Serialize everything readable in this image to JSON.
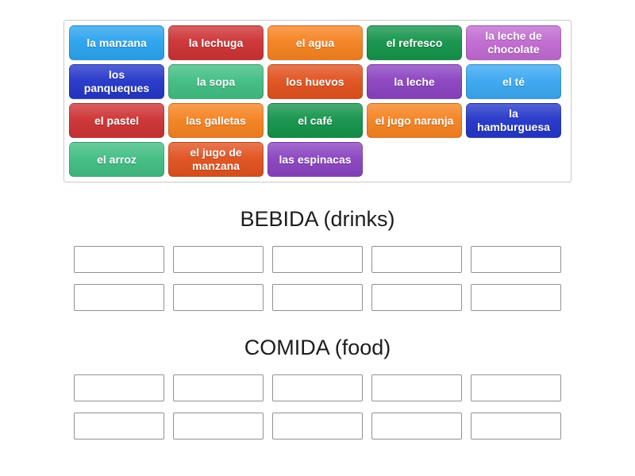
{
  "tray": {
    "tiles": [
      {
        "label": "la manzana",
        "color": "#2aa3ee"
      },
      {
        "label": "la lechuga",
        "color": "#cd3234"
      },
      {
        "label": "el agua",
        "color": "#f58220"
      },
      {
        "label": "el refresco",
        "color": "#14934a"
      },
      {
        "label": "la leche de chocolate",
        "color": "#c06ad0"
      },
      {
        "label": "los panqueques",
        "color": "#2436c8"
      },
      {
        "label": "la sopa",
        "color": "#41bd83"
      },
      {
        "label": "los huevos",
        "color": "#e1511e"
      },
      {
        "label": "la leche",
        "color": "#8a43c0"
      },
      {
        "label": "el té",
        "color": "#3aa7f0"
      },
      {
        "label": "el pastel",
        "color": "#cd3234"
      },
      {
        "label": "las galletas",
        "color": "#f58220"
      },
      {
        "label": "el café",
        "color": "#14934a"
      },
      {
        "label": "el jugo naranja",
        "color": "#f58220"
      },
      {
        "label": "la hamburguesa",
        "color": "#2436c8"
      },
      {
        "label": "el arroz",
        "color": "#41bd83"
      },
      {
        "label": "el jugo de manzana",
        "color": "#e1511e"
      },
      {
        "label": "las espinacas",
        "color": "#8a43c0"
      }
    ]
  },
  "groups": [
    {
      "title": "BEBIDA (drinks)",
      "slot_count": 10
    },
    {
      "title": "COMIDA (food)",
      "slot_count": 10
    }
  ]
}
